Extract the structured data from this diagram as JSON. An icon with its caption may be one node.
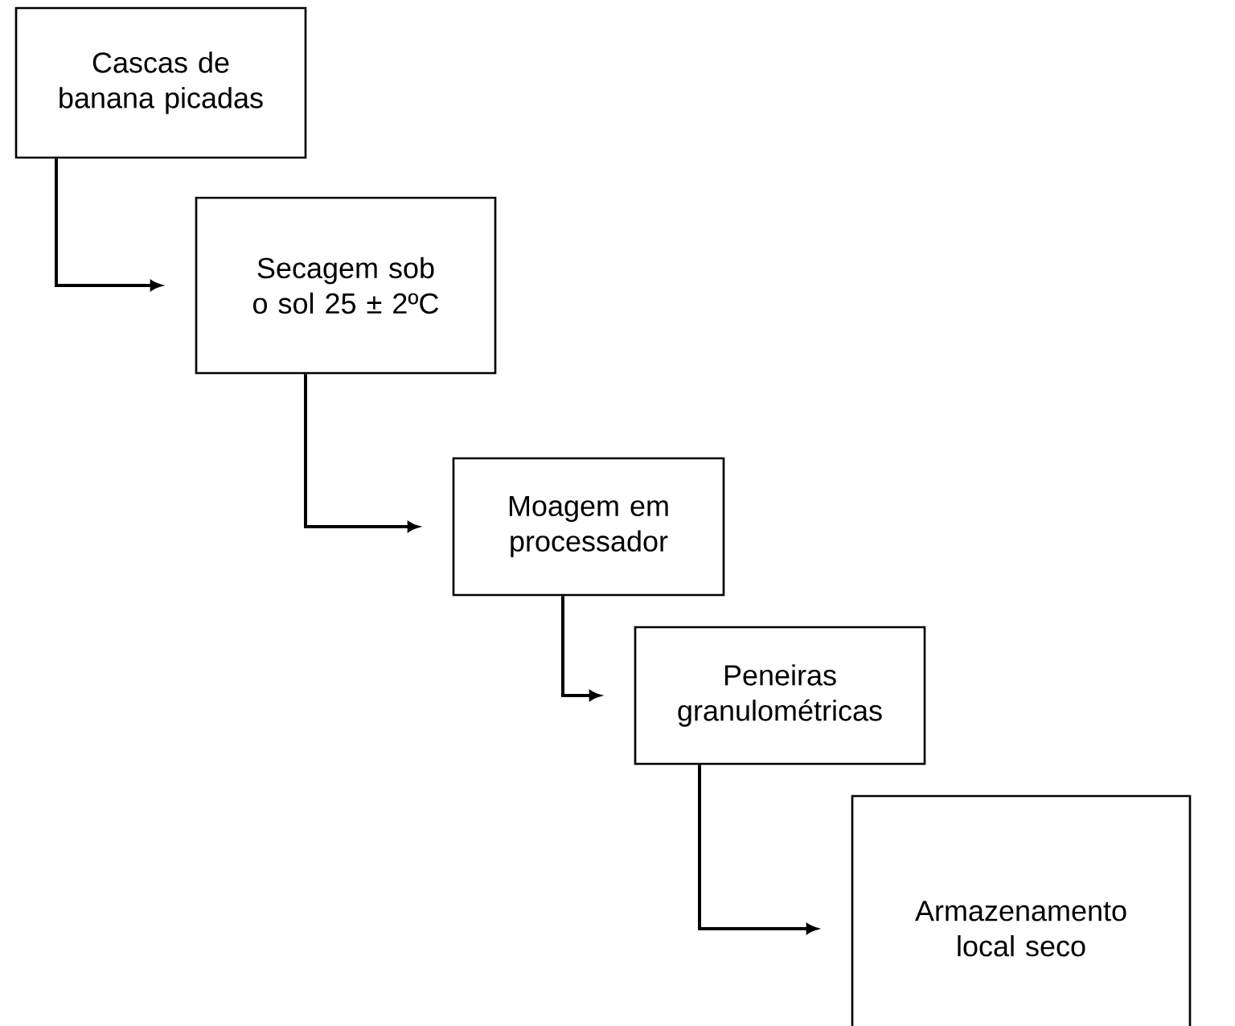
{
  "diagram": {
    "nodes": [
      {
        "text": [
          "Cascas de banana picadas"
        ]
      },
      {
        "text": [
          "Secagem sob o sol 25 ± 2ºC"
        ]
      },
      {
        "text": [
          "Moagem em processador"
        ]
      },
      {
        "text": [
          "Peneiras granulométricas"
        ]
      },
      {
        "text": [
          "Armazenamento local seco"
        ]
      }
    ],
    "edges": [
      {
        "from": 0,
        "to": 1,
        "arrow": "to"
      },
      {
        "from": 1,
        "to": 2,
        "arrow": "to"
      },
      {
        "from": 2,
        "to": 3,
        "arrow": "to"
      },
      {
        "from": 3,
        "to": 4,
        "arrow": "to"
      }
    ]
  }
}
